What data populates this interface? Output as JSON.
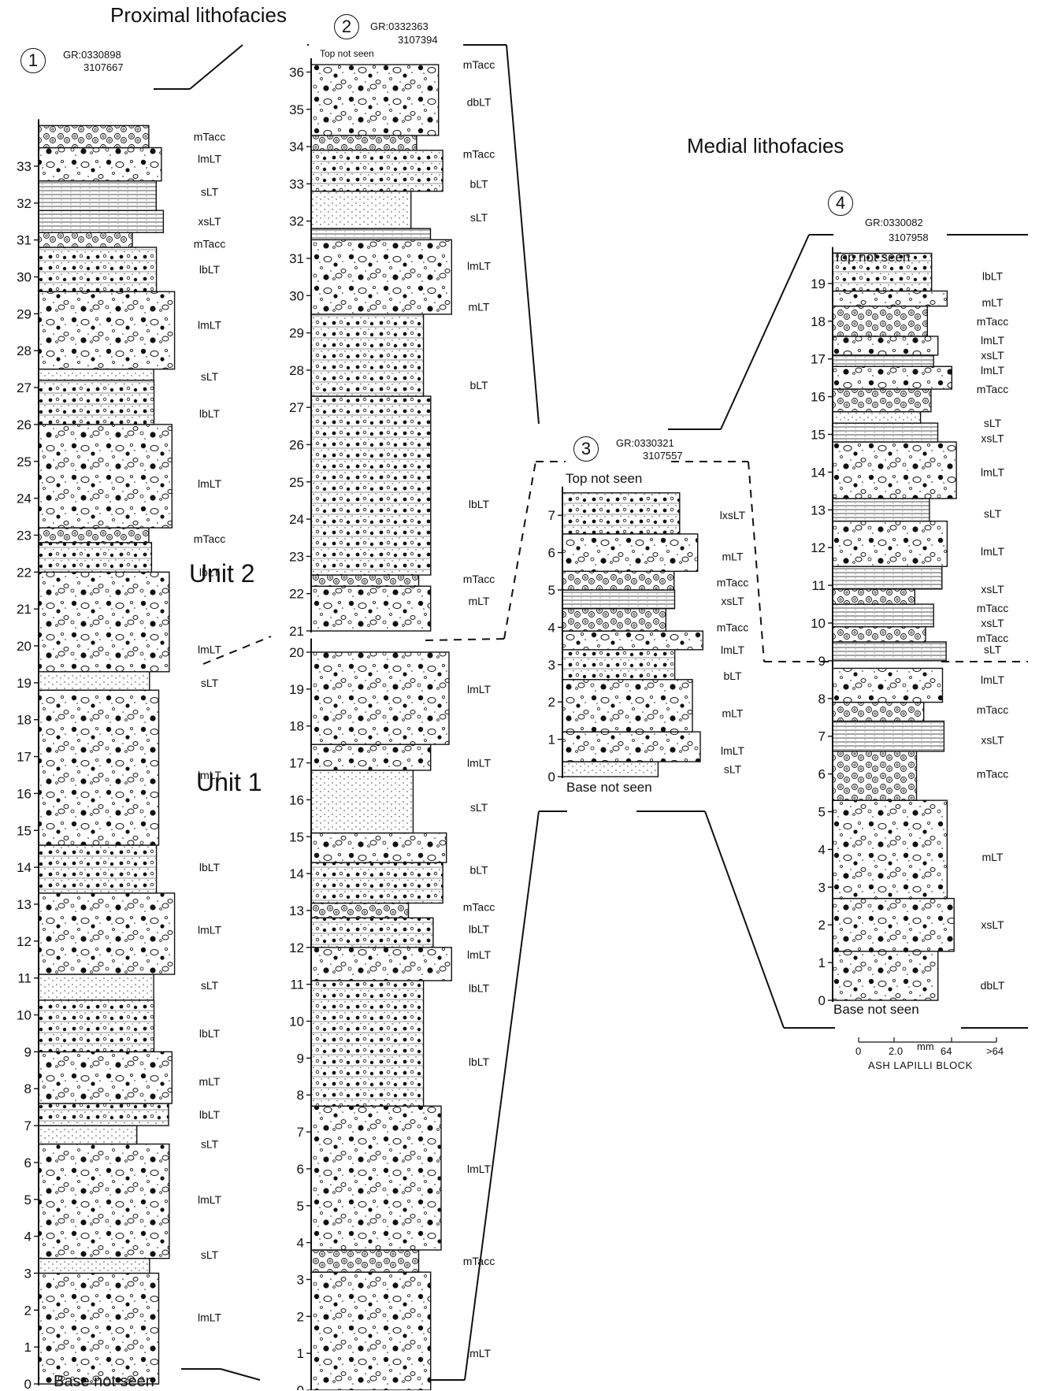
{
  "headings": {
    "proximal": "Proximal lithofacies",
    "medial": "Medial lithofacies"
  },
  "units": {
    "unit1": "Unit 1",
    "unit2": "Unit 2"
  },
  "scale_legend": {
    "ticks": [
      "0",
      "2.0",
      "64",
      ">64"
    ],
    "unit": "mm",
    "classes": "ASH  LAPILLI  BLOCK"
  },
  "sections": [
    {
      "id": "1",
      "gr_line1": "GR:0330898",
      "gr_line2": "3107667",
      "top_note": "",
      "base_note": "Base not seen",
      "height_ticks": [
        "0",
        "1",
        "2",
        "3",
        "4",
        "5",
        "6",
        "7",
        "8",
        "9",
        "10",
        "11",
        "12",
        "13",
        "14",
        "15",
        "16",
        "17",
        "18",
        "19",
        "20",
        "21",
        "22",
        "23",
        "24",
        "25",
        "26",
        "27",
        "28",
        "29",
        "30",
        "31",
        "32",
        "33"
      ],
      "beds": [
        {
          "from": 0,
          "to": 3,
          "facies": "lmLT",
          "grain": "coarse"
        },
        {
          "from": 3,
          "to": 3.4,
          "facies": "sLT",
          "grain": "fine"
        },
        {
          "from": 3.4,
          "to": 6.5,
          "facies": "lmLT",
          "grain": "coarse"
        },
        {
          "from": 6.5,
          "to": 7,
          "facies": "sLT",
          "grain": "fine"
        },
        {
          "from": 7,
          "to": 7.6,
          "facies": "lbLT",
          "grain": "bedded"
        },
        {
          "from": 7.6,
          "to": 9,
          "facies": "mLT",
          "grain": "coarse"
        },
        {
          "from": 9,
          "to": 10.4,
          "facies": "lbLT",
          "grain": "bedded"
        },
        {
          "from": 10.4,
          "to": 11.1,
          "facies": "sLT",
          "grain": "fine"
        },
        {
          "from": 11.1,
          "to": 13.3,
          "facies": "lmLT",
          "grain": "coarse"
        },
        {
          "from": 13.3,
          "to": 14.6,
          "facies": "lbLT",
          "grain": "bedded"
        },
        {
          "from": 14.6,
          "to": 18.8,
          "facies": "lmLT",
          "grain": "coarse"
        },
        {
          "from": 18.8,
          "to": 19.3,
          "facies": "sLT",
          "grain": "fine"
        },
        {
          "from": 19.3,
          "to": 22,
          "facies": "lmLT",
          "grain": "coarse"
        },
        {
          "from": 22,
          "to": 22.8,
          "facies": "lbLT",
          "grain": "bedded"
        },
        {
          "from": 22.8,
          "to": 23.2,
          "facies": "mTacc",
          "grain": "accretionary"
        },
        {
          "from": 23.2,
          "to": 26,
          "facies": "lmLT",
          "grain": "coarse"
        },
        {
          "from": 26,
          "to": 27.2,
          "facies": "lbLT",
          "grain": "bedded"
        },
        {
          "from": 27.2,
          "to": 27.5,
          "facies": "sLT",
          "grain": "fine"
        },
        {
          "from": 27.5,
          "to": 29.6,
          "facies": "lmLT",
          "grain": "coarse"
        },
        {
          "from": 29.6,
          "to": 30.8,
          "facies": "lbLT",
          "grain": "bedded"
        },
        {
          "from": 30.8,
          "to": 31.2,
          "facies": "mTacc",
          "grain": "accretionary"
        },
        {
          "from": 31.2,
          "to": 31.8,
          "facies": "xsLT",
          "grain": "laminated"
        },
        {
          "from": 31.8,
          "to": 32.6,
          "facies": "sLT",
          "grain": "laminated"
        },
        {
          "from": 32.6,
          "to": 33.5,
          "facies": "lmLT",
          "grain": "coarse"
        },
        {
          "from": 33.5,
          "to": 34.1,
          "facies": "mTacc",
          "grain": "accretionary"
        }
      ],
      "labels": [
        {
          "h": 33.8,
          "text": "mTacc"
        },
        {
          "h": 33.2,
          "text": "lmLT"
        },
        {
          "h": 32.3,
          "text": "sLT"
        },
        {
          "h": 31.5,
          "text": "xsLT"
        },
        {
          "h": 30.9,
          "text": "mTacc"
        },
        {
          "h": 30.2,
          "text": "lbLT"
        },
        {
          "h": 28.7,
          "text": "lmLT"
        },
        {
          "h": 27.3,
          "text": "sLT"
        },
        {
          "h": 26.3,
          "text": "lbLT"
        },
        {
          "h": 24.4,
          "text": "lmLT"
        },
        {
          "h": 22.9,
          "text": "mTacc"
        },
        {
          "h": 22,
          "text": "lbLT"
        },
        {
          "h": 19.9,
          "text": "lmLT"
        },
        {
          "h": 19,
          "text": "sLT"
        },
        {
          "h": 16.5,
          "text": "lmLT"
        },
        {
          "h": 14,
          "text": "lbLT"
        },
        {
          "h": 12.3,
          "text": "lmLT"
        },
        {
          "h": 10.8,
          "text": "sLT"
        },
        {
          "h": 9.5,
          "text": "lbLT"
        },
        {
          "h": 8.2,
          "text": "mLT"
        },
        {
          "h": 7.3,
          "text": "lbLT"
        },
        {
          "h": 6.5,
          "text": "sLT"
        },
        {
          "h": 5,
          "text": "lmLT"
        },
        {
          "h": 3.5,
          "text": "sLT"
        },
        {
          "h": 1.8,
          "text": "lmLT"
        }
      ]
    },
    {
      "id": "2",
      "gr_line1": "GR:0332363",
      "gr_line2": "3107394",
      "top_note": "Top not seen",
      "base_note": "",
      "height_ticks_lower": [
        "0",
        "1",
        "2",
        "3",
        "4",
        "5",
        "6",
        "7",
        "8",
        "9",
        "10",
        "11",
        "12",
        "13",
        "14",
        "15",
        "16",
        "17",
        "18",
        "19",
        "20"
      ],
      "height_ticks_upper": [
        "21",
        "22",
        "23",
        "24",
        "25",
        "26",
        "27",
        "28",
        "29",
        "30",
        "31",
        "32",
        "33",
        "34",
        "35",
        "36"
      ],
      "beds": [
        {
          "from": 0,
          "to": 3.2,
          "facies": "lmLT",
          "grain": "coarse"
        },
        {
          "from": 3.2,
          "to": 3.8,
          "facies": "mTacc",
          "grain": "accretionary"
        },
        {
          "from": 3.8,
          "to": 7.7,
          "facies": "lmLT",
          "grain": "coarse"
        },
        {
          "from": 7.7,
          "to": 11.1,
          "facies": "lbLT",
          "grain": "bedded"
        },
        {
          "from": 11.1,
          "to": 12,
          "facies": "lmLT",
          "grain": "coarse"
        },
        {
          "from": 12,
          "to": 12.8,
          "facies": "lbLT",
          "grain": "bedded"
        },
        {
          "from": 12.8,
          "to": 13.2,
          "facies": "mTacc",
          "grain": "accretionary"
        },
        {
          "from": 13.2,
          "to": 14.3,
          "facies": "bLT",
          "grain": "bedded"
        },
        {
          "from": 14.3,
          "to": 15.1,
          "facies": "lmLT",
          "grain": "coarse"
        },
        {
          "from": 15.1,
          "to": 16.8,
          "facies": "sLT",
          "grain": "fine"
        },
        {
          "from": 16.8,
          "to": 17.5,
          "facies": "lmLT",
          "grain": "coarse"
        },
        {
          "from": 17.5,
          "to": 20,
          "facies": "lmLT",
          "grain": "coarse"
        },
        {
          "from": 21,
          "to": 22.2,
          "facies": "mLT",
          "grain": "coarse"
        },
        {
          "from": 22.2,
          "to": 22.5,
          "facies": "mTacc",
          "grain": "accretionary"
        },
        {
          "from": 22.5,
          "to": 27.3,
          "facies": "lbLT",
          "grain": "bedded"
        },
        {
          "from": 27.3,
          "to": 29.5,
          "facies": "bLT",
          "grain": "bedded"
        },
        {
          "from": 29.5,
          "to": 31.5,
          "facies": "mLT",
          "grain": "coarse"
        },
        {
          "from": 31.5,
          "to": 31.8,
          "facies": "lmLT",
          "grain": "laminated"
        },
        {
          "from": 31.8,
          "to": 32.8,
          "facies": "sLT",
          "grain": "fine"
        },
        {
          "from": 32.8,
          "to": 33.9,
          "facies": "bLT",
          "grain": "bedded"
        },
        {
          "from": 33.9,
          "to": 34.3,
          "facies": "mTacc",
          "grain": "accretionary"
        },
        {
          "from": 34.3,
          "to": 36.2,
          "facies": "dbLT",
          "grain": "coarse"
        }
      ],
      "labels": [
        {
          "h": 36.2,
          "text": "mTacc"
        },
        {
          "h": 35.2,
          "text": "dbLT"
        },
        {
          "h": 33.8,
          "text": "mTacc"
        },
        {
          "h": 33,
          "text": "bLT"
        },
        {
          "h": 32.1,
          "text": "sLT"
        },
        {
          "h": 30.8,
          "text": "lmLT"
        },
        {
          "h": 29.7,
          "text": "mLT"
        },
        {
          "h": 27.6,
          "text": "bLT"
        },
        {
          "h": 24.4,
          "text": "lbLT"
        },
        {
          "h": 22.4,
          "text": "mTacc"
        },
        {
          "h": 21.8,
          "text": "mLT"
        },
        {
          "h": 19,
          "text": "lmLT"
        },
        {
          "h": 17,
          "text": "lmLT"
        },
        {
          "h": 15.8,
          "text": "sLT"
        },
        {
          "h": 14.1,
          "text": "bLT"
        },
        {
          "h": 13.1,
          "text": "mTacc"
        },
        {
          "h": 12.5,
          "text": "lbLT"
        },
        {
          "h": 11.8,
          "text": "lmLT"
        },
        {
          "h": 10.9,
          "text": "lbLT"
        },
        {
          "h": 8.9,
          "text": "lbLT"
        },
        {
          "h": 6,
          "text": "lmLT"
        },
        {
          "h": 3.5,
          "text": "mTacc"
        },
        {
          "h": 1,
          "text": "lmLT"
        }
      ]
    },
    {
      "id": "3",
      "gr_line1": "GR:0330321",
      "gr_line2": "3107557",
      "top_note": "Top not seen",
      "base_note": "Base not seen",
      "height_ticks": [
        "0",
        "1",
        "2",
        "3",
        "4",
        "5",
        "6",
        "7"
      ],
      "beds": [
        {
          "from": 0,
          "to": 0.4,
          "facies": "sLT",
          "grain": "fine"
        },
        {
          "from": 0.4,
          "to": 1.2,
          "facies": "lmLT",
          "grain": "coarse"
        },
        {
          "from": 1.2,
          "to": 2.6,
          "facies": "mLT",
          "grain": "coarse"
        },
        {
          "from": 2.6,
          "to": 3.4,
          "facies": "bLT",
          "grain": "bedded"
        },
        {
          "from": 3.4,
          "to": 3.9,
          "facies": "lmLT",
          "grain": "coarse"
        },
        {
          "from": 3.9,
          "to": 4.5,
          "facies": "mTacc",
          "grain": "accretionary"
        },
        {
          "from": 4.5,
          "to": 5,
          "facies": "xsLT",
          "grain": "laminated"
        },
        {
          "from": 5,
          "to": 5.5,
          "facies": "mTacc",
          "grain": "accretionary"
        },
        {
          "from": 5.5,
          "to": 6.5,
          "facies": "mLT",
          "grain": "coarse"
        },
        {
          "from": 6.5,
          "to": 7.6,
          "facies": "lxsLT",
          "grain": "bedded"
        }
      ],
      "labels": [
        {
          "h": 7,
          "text": "lxsLT"
        },
        {
          "h": 5.9,
          "text": "mLT"
        },
        {
          "h": 5.2,
          "text": "mTacc"
        },
        {
          "h": 4.7,
          "text": "xsLT"
        },
        {
          "h": 4,
          "text": "mTacc"
        },
        {
          "h": 3.4,
          "text": "lmLT"
        },
        {
          "h": 2.7,
          "text": "bLT"
        },
        {
          "h": 1.7,
          "text": "mLT"
        },
        {
          "h": 0.7,
          "text": "lmLT"
        },
        {
          "h": 0.2,
          "text": "sLT"
        }
      ]
    },
    {
      "id": "4",
      "gr_line1": "GR:0330082",
      "gr_line2": "3107958",
      "top_note": "Top not seen",
      "base_note": "Base not seen",
      "height_ticks": [
        "0",
        "1",
        "2",
        "3",
        "4",
        "5",
        "6",
        "7",
        "8",
        "9",
        "10",
        "11",
        "12",
        "13",
        "14",
        "15",
        "16",
        "17",
        "18",
        "19"
      ],
      "beds": [
        {
          "from": 0,
          "to": 1.3,
          "facies": "dbLT",
          "grain": "coarse"
        },
        {
          "from": 1.3,
          "to": 2.7,
          "facies": "xsLT",
          "grain": "coarse"
        },
        {
          "from": 2.7,
          "to": 5.3,
          "facies": "mLT",
          "grain": "coarse"
        },
        {
          "from": 5.3,
          "to": 6.6,
          "facies": "mTacc",
          "grain": "accretionary"
        },
        {
          "from": 6.6,
          "to": 7.4,
          "facies": "xsLT",
          "grain": "laminated"
        },
        {
          "from": 7.4,
          "to": 7.9,
          "facies": "mTacc",
          "grain": "accretionary"
        },
        {
          "from": 7.9,
          "to": 8.8,
          "facies": "lmLT",
          "grain": "coarse"
        },
        {
          "from": 9,
          "to": 9.5,
          "facies": "sLT",
          "grain": "laminated"
        },
        {
          "from": 9.5,
          "to": 9.9,
          "facies": "mTacc",
          "grain": "accretionary"
        },
        {
          "from": 9.9,
          "to": 10.5,
          "facies": "xsLT",
          "grain": "laminated"
        },
        {
          "from": 10.5,
          "to": 10.9,
          "facies": "mTacc",
          "grain": "accretionary"
        },
        {
          "from": 10.9,
          "to": 11.5,
          "facies": "xsLT",
          "grain": "laminated"
        },
        {
          "from": 11.5,
          "to": 12.7,
          "facies": "lmLT",
          "grain": "coarse"
        },
        {
          "from": 12.7,
          "to": 13.3,
          "facies": "sLT",
          "grain": "laminated"
        },
        {
          "from": 13.3,
          "to": 14.8,
          "facies": "lmLT",
          "grain": "coarse"
        },
        {
          "from": 14.8,
          "to": 15.3,
          "facies": "xsLT",
          "grain": "laminated"
        },
        {
          "from": 15.3,
          "to": 15.6,
          "facies": "sLT",
          "grain": "fine"
        },
        {
          "from": 15.6,
          "to": 16.2,
          "facies": "mTacc",
          "grain": "accretionary"
        },
        {
          "from": 16.2,
          "to": 16.8,
          "facies": "lmLT",
          "grain": "coarse"
        },
        {
          "from": 16.8,
          "to": 17.1,
          "facies": "xsLT",
          "grain": "laminated"
        },
        {
          "from": 17.1,
          "to": 17.6,
          "facies": "lmLT",
          "grain": "coarse"
        },
        {
          "from": 17.6,
          "to": 18.4,
          "facies": "mTacc",
          "grain": "accretionary"
        },
        {
          "from": 18.4,
          "to": 18.8,
          "facies": "mLT",
          "grain": "coarse"
        },
        {
          "from": 18.8,
          "to": 19.8,
          "facies": "lbLT",
          "grain": "bedded"
        }
      ],
      "labels": [
        {
          "h": 19.2,
          "text": "lbLT"
        },
        {
          "h": 18.5,
          "text": "mLT"
        },
        {
          "h": 18,
          "text": "mTacc"
        },
        {
          "h": 17.5,
          "text": "lmLT"
        },
        {
          "h": 17.1,
          "text": "xsLT"
        },
        {
          "h": 16.7,
          "text": "lmLT"
        },
        {
          "h": 16.2,
          "text": "mTacc"
        },
        {
          "h": 15.3,
          "text": "sLT"
        },
        {
          "h": 14.9,
          "text": "xsLT"
        },
        {
          "h": 14,
          "text": "lmLT"
        },
        {
          "h": 12.9,
          "text": "sLT"
        },
        {
          "h": 11.9,
          "text": "lmLT"
        },
        {
          "h": 10.9,
          "text": "xsLT"
        },
        {
          "h": 10.4,
          "text": "mTacc"
        },
        {
          "h": 10,
          "text": "xsLT"
        },
        {
          "h": 9.6,
          "text": "mTacc"
        },
        {
          "h": 9.3,
          "text": "sLT"
        },
        {
          "h": 8.5,
          "text": "lmLT"
        },
        {
          "h": 7.7,
          "text": "mTacc"
        },
        {
          "h": 6.9,
          "text": "xsLT"
        },
        {
          "h": 6,
          "text": "mTacc"
        },
        {
          "h": 3.8,
          "text": "mLT"
        },
        {
          "h": 2,
          "text": "xsLT"
        },
        {
          "h": 0.4,
          "text": "dbLT"
        }
      ]
    }
  ]
}
